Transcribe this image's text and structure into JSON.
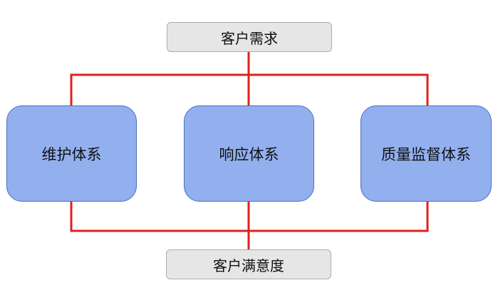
{
  "diagram": {
    "top_node": {
      "label": "客户需求"
    },
    "bottom_node": {
      "label": "客户满意度"
    },
    "systems": [
      {
        "label": "维护体系"
      },
      {
        "label": "响应体系"
      },
      {
        "label": "质量监督体系"
      }
    ],
    "colors": {
      "connector": "#e02020",
      "system_fill": "#92b0ee",
      "system_border": "#4b6fbf",
      "endpoint_fill": "#e6e6e6",
      "endpoint_border": "#a9adb5"
    }
  }
}
